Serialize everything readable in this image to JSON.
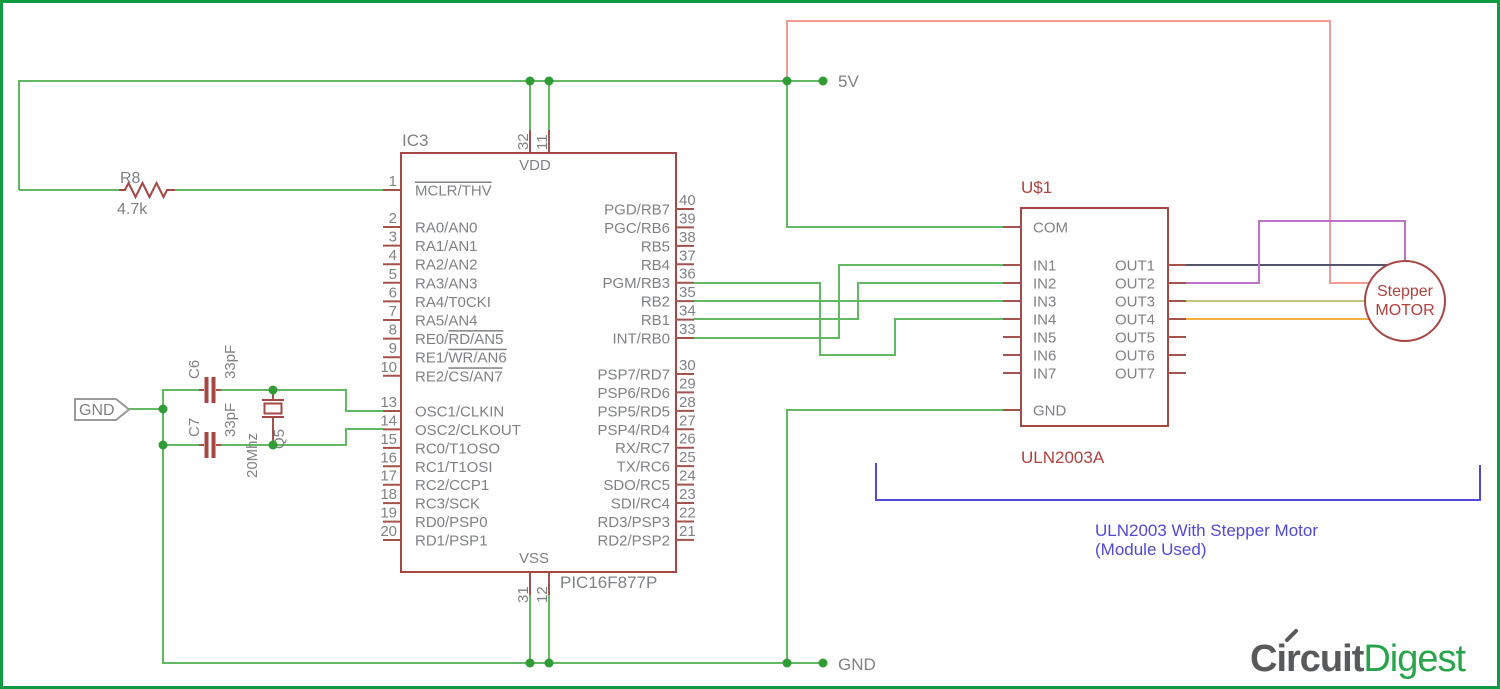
{
  "colors": {
    "frame": "#0d9a40",
    "wire": "#63b863",
    "junction": "#2f9c35",
    "component": "#a64743",
    "stub": "#a3524c",
    "pin_text": "#7f8184",
    "ref_red": "#b0413d",
    "salmon": "#f29b94",
    "purple": "#bd74c8",
    "navy": "#54546e",
    "olive": "#c0c47c",
    "orange": "#f5ad3e",
    "blue": "#504ad8",
    "logo_gray": "#58595b",
    "logo_green": "#28a54b",
    "tag_outline": "#9a9a9c"
  },
  "pic": {
    "ref": "IC3",
    "part": "PIC16F877P",
    "vdd": "VDD",
    "vss": "VSS",
    "top_pin_nums": [
      "32",
      "11"
    ],
    "bottom_pin_nums": [
      "31",
      "12"
    ],
    "left_pins_upper": [
      {
        "n": "1",
        "parts": [
          [
            "MCLR/THV",
            true
          ]
        ]
      }
    ],
    "left_pins_mid": [
      {
        "n": "2",
        "parts": [
          [
            "RA0/AN0",
            false
          ]
        ]
      },
      {
        "n": "3",
        "parts": [
          [
            "RA1/AN1",
            false
          ]
        ]
      },
      {
        "n": "4",
        "parts": [
          [
            "RA2/AN2",
            false
          ]
        ]
      },
      {
        "n": "5",
        "parts": [
          [
            "RA3/AN3",
            false
          ]
        ]
      },
      {
        "n": "6",
        "parts": [
          [
            "RA4/T0CKI",
            false
          ]
        ]
      },
      {
        "n": "7",
        "parts": [
          [
            "RA5/AN4",
            false
          ]
        ]
      },
      {
        "n": "8",
        "parts": [
          [
            "RE0/",
            false
          ],
          [
            "RD/AN5",
            true
          ]
        ]
      },
      {
        "n": "9",
        "parts": [
          [
            "RE1/",
            false
          ],
          [
            "WR/AN6",
            true
          ]
        ]
      },
      {
        "n": "10",
        "parts": [
          [
            "RE2/",
            false
          ],
          [
            "CS/AN7",
            true
          ]
        ]
      }
    ],
    "left_pins_lower": [
      {
        "n": "13",
        "parts": [
          [
            "OSC1/CLKIN",
            false
          ]
        ]
      },
      {
        "n": "14",
        "parts": [
          [
            "OSC2/CLKOUT",
            false
          ]
        ]
      },
      {
        "n": "15",
        "parts": [
          [
            "RC0/T1OSO",
            false
          ]
        ]
      },
      {
        "n": "16",
        "parts": [
          [
            "RC1/T1OSI",
            false
          ]
        ]
      },
      {
        "n": "17",
        "parts": [
          [
            "RC2/CCP1",
            false
          ]
        ]
      },
      {
        "n": "18",
        "parts": [
          [
            "RC3/SCK",
            false
          ]
        ]
      },
      {
        "n": "19",
        "parts": [
          [
            "RD0/PSP0",
            false
          ]
        ]
      },
      {
        "n": "20",
        "parts": [
          [
            "RD1/PSP1",
            false
          ]
        ]
      }
    ],
    "right_pins_upper": [
      {
        "n": "40",
        "parts": [
          [
            "PGD/RB7",
            false
          ]
        ]
      },
      {
        "n": "39",
        "parts": [
          [
            "PGC/RB6",
            false
          ]
        ]
      },
      {
        "n": "38",
        "parts": [
          [
            "RB5",
            false
          ]
        ]
      },
      {
        "n": "37",
        "parts": [
          [
            "RB4",
            false
          ]
        ]
      },
      {
        "n": "36",
        "parts": [
          [
            "PGM/RB3",
            false
          ]
        ]
      },
      {
        "n": "35",
        "parts": [
          [
            "RB2",
            false
          ]
        ]
      },
      {
        "n": "34",
        "parts": [
          [
            "RB1",
            false
          ]
        ]
      },
      {
        "n": "33",
        "parts": [
          [
            "INT/RB0",
            false
          ]
        ]
      }
    ],
    "right_pins_lower": [
      {
        "n": "30",
        "parts": [
          [
            "PSP7/RD7",
            false
          ]
        ]
      },
      {
        "n": "29",
        "parts": [
          [
            "PSP6/RD6",
            false
          ]
        ]
      },
      {
        "n": "28",
        "parts": [
          [
            "PSP5/RD5",
            false
          ]
        ]
      },
      {
        "n": "27",
        "parts": [
          [
            "PSP4/RD4",
            false
          ]
        ]
      },
      {
        "n": "26",
        "parts": [
          [
            "RX/RC7",
            false
          ]
        ]
      },
      {
        "n": "25",
        "parts": [
          [
            "TX/RC6",
            false
          ]
        ]
      },
      {
        "n": "24",
        "parts": [
          [
            "SDO/RC5",
            false
          ]
        ]
      },
      {
        "n": "23",
        "parts": [
          [
            "SDI/RC4",
            false
          ]
        ]
      },
      {
        "n": "22",
        "parts": [
          [
            "RD3/PSP3",
            false
          ]
        ]
      },
      {
        "n": "21",
        "parts": [
          [
            "RD2/PSP2",
            false
          ]
        ]
      }
    ]
  },
  "uln": {
    "ref": "U$1",
    "part": "ULN2003A",
    "com": "COM",
    "gnd": "GND",
    "in_pins": [
      "IN1",
      "IN2",
      "IN3",
      "IN4",
      "IN5",
      "IN6",
      "IN7"
    ],
    "out_pins": [
      "OUT1",
      "OUT2",
      "OUT3",
      "OUT4",
      "OUT5",
      "OUT6",
      "OUT7"
    ]
  },
  "motor": {
    "line1": "Stepper",
    "line2": "MOTOR"
  },
  "resistor": {
    "ref": "R8",
    "value": "4.7k"
  },
  "cap_c6": {
    "ref": "C6",
    "value": "33pF"
  },
  "cap_c7": {
    "ref": "C7",
    "value": "33pF"
  },
  "crystal": {
    "value": "20Mhz",
    "ref": "Q5"
  },
  "power": {
    "vcc": "5V",
    "gnd_rail": "GND",
    "gnd_tag": "GND"
  },
  "annotation": {
    "line1": "ULN2003 With Stepper Motor",
    "line2": "(Module Used)"
  },
  "logo": {
    "part1": "Circuit",
    "part2": "Digest"
  }
}
